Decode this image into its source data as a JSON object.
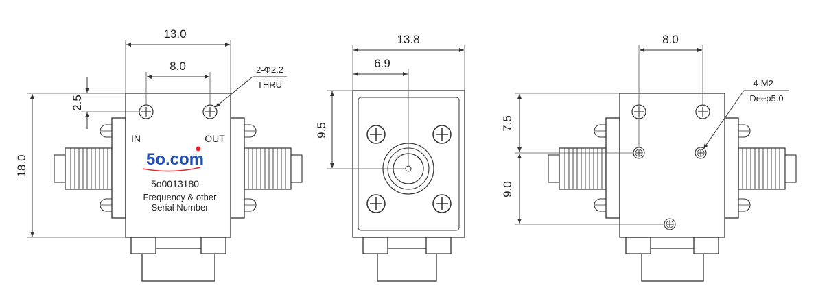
{
  "front": {
    "width_dim": "13.0",
    "hole_spacing_dim": "8.0",
    "hole_offset_dim": "2.5",
    "height_dim": "18.0",
    "hole_note_line1": "2-Φ2.2",
    "hole_note_line2": "THRU",
    "in_label": "IN",
    "out_label": "OUT",
    "logo": "5o.com",
    "model_number": "5o0013180",
    "note_line1": "Frequency & other",
    "note_line2": "Serial Number"
  },
  "side": {
    "width_dim": "13.8",
    "center_dim": "6.9",
    "height_dim": "9.5"
  },
  "back": {
    "hole_spacing_dim": "8.0",
    "upper_dim": "7.5",
    "lower_dim": "9.0",
    "thread_note_line1": "4-M2",
    "thread_note_line2": "Deep5.0"
  },
  "colors": {
    "logo_blue": "#1f4fb5",
    "logo_dot": "#e0282e",
    "line": "#333333"
  }
}
